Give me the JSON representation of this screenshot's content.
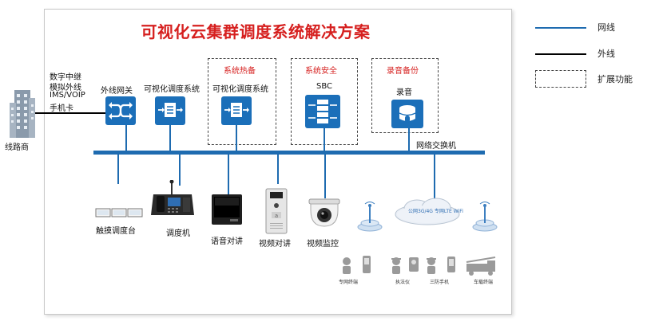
{
  "title": "可视化云集群调度系统解决方案",
  "left": {
    "carrier_label": "线路商",
    "trunk_lines": [
      "数字中继",
      "模拟外线",
      "IMS/VOIP",
      "手机卡"
    ]
  },
  "nodes": {
    "gateway": "外线网关",
    "dispatch_sys_1": "可视化调度系统",
    "dispatch_sys_2": "可视化调度系统",
    "sbc": "SBC",
    "recording": "录音"
  },
  "groups": {
    "hot_standby": "系统热备",
    "security": "系统安全",
    "recording_backup": "录音备份"
  },
  "network": {
    "switch_label": "网络交换机"
  },
  "devices": {
    "touch_console": "触摸调度台",
    "dispatcher": "调度机",
    "voice_intercom": "语音对讲",
    "video_intercom": "视频对讲",
    "video_monitor": "视频监控",
    "cloud_text": "公网3G/4G 专网LTE  WiFi"
  },
  "terminals": {
    "private_terminal": "专网终端",
    "law_enforcement": "执法仪",
    "tri_proof_phone": "三防手机",
    "vehicle_terminal": "车载终端"
  },
  "legend": {
    "intranet": "网线",
    "external": "外线",
    "extension": "扩展功能",
    "intranet_color": "#1e6bb0",
    "external_color": "#000000"
  },
  "colors": {
    "title": "#d6201f",
    "node_blue": "#1b6fb9",
    "bus_blue": "#1e6bb0"
  }
}
